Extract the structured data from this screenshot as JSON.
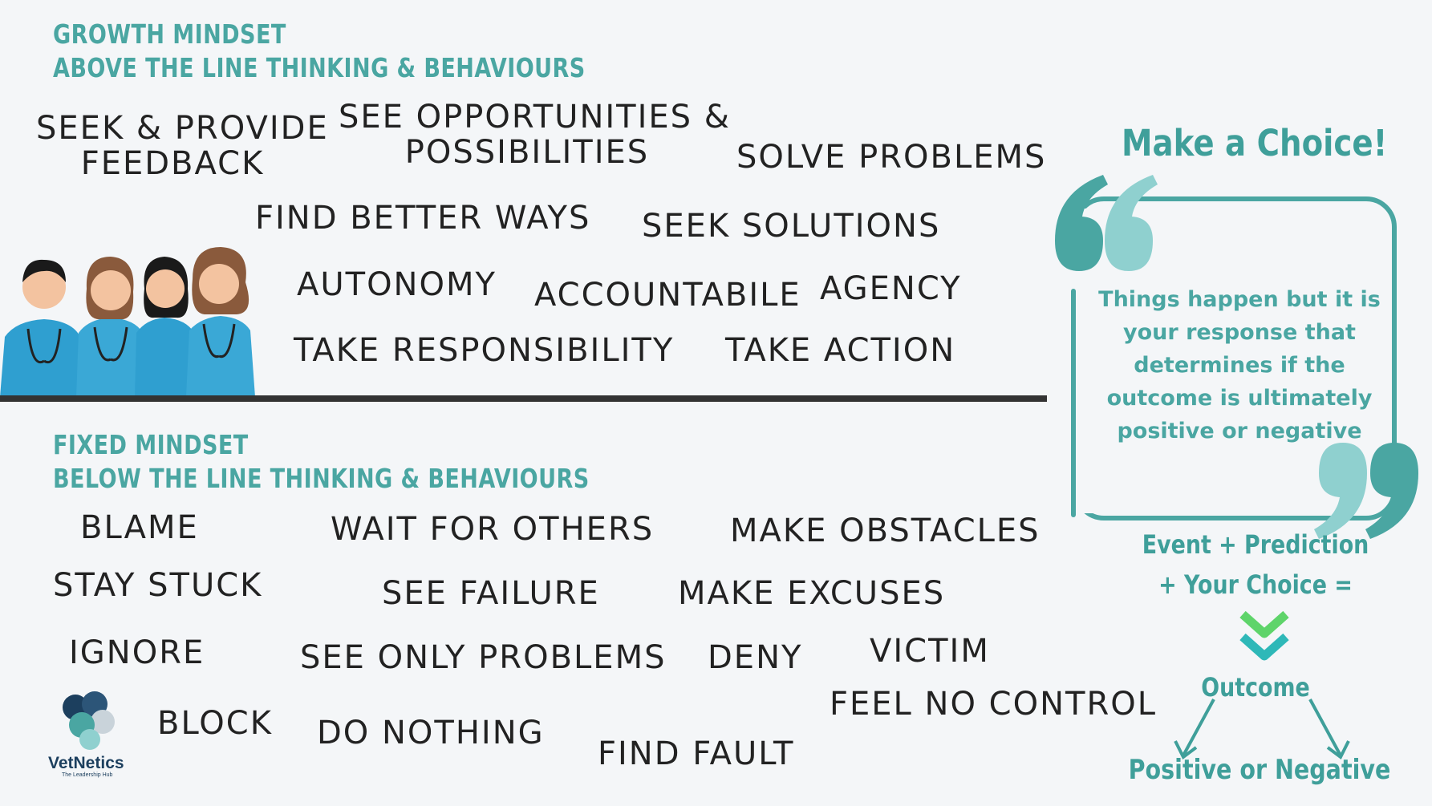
{
  "above": {
    "heading1": "GROWTH MINDSET",
    "heading2": "ABOVE THE LINE THINKING & BEHAVIOURS",
    "words": {
      "seek_feedback_1": "SEEK & PROVIDE",
      "seek_feedback_2": "FEEDBACK",
      "opportunities_1": "SEE OPPORTUNITIES &",
      "opportunities_2": "POSSIBILITIES",
      "solve_problems": "SOLVE PROBLEMS",
      "find_better_ways": "FIND BETTER WAYS",
      "seek_solutions": "SEEK SOLUTIONS",
      "autonomy": "AUTONOMY",
      "accountable": "ACCOUNTABILE",
      "agency": "AGENCY",
      "take_responsibility": "TAKE RESPONSIBILITY",
      "take_action": "TAKE ACTION"
    }
  },
  "below": {
    "heading1": "FIXED MINDSET",
    "heading2": "BELOW THE LINE THINKING & BEHAVIOURS",
    "words": {
      "blame": "BLAME",
      "wait_for_others": "WAIT FOR OTHERS",
      "make_obstacles": "MAKE OBSTACLES",
      "stay_stuck": "STAY STUCK",
      "see_failure": "SEE FAILURE",
      "make_excuses": "MAKE EXCUSES",
      "ignore": "IGNORE",
      "see_only_problems": "SEE ONLY PROBLEMS",
      "deny": "DENY",
      "victim": "VICTIM",
      "feel_no_control": "FEEL NO CONTROL",
      "block": "BLOCK",
      "do_nothing": "DO NOTHING",
      "find_fault": "FIND FAULT"
    }
  },
  "choice": {
    "title": "Make a Choice!",
    "quote": "Things happen but it is your response that determines if the outcome is ultimately positive or negative",
    "formula_line1": "Event + Prediction",
    "formula_line2": "+ Your Choice =",
    "outcome": "Outcome",
    "result": "Positive or Negative"
  },
  "logo": {
    "name": "VetNetics",
    "tagline": "The Leadership Hub"
  },
  "colors": {
    "teal": "#4aa6a2",
    "teal_light": "#8fd0cf",
    "green": "#5ed46a",
    "scrub_blue": "#2f9fd0",
    "text_dark": "#222222",
    "divider": "#333333"
  }
}
